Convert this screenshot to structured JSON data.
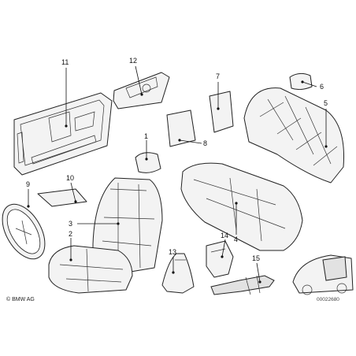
{
  "callouts": [
    {
      "id": "1",
      "label": "1"
    },
    {
      "id": "2",
      "label": "2"
    },
    {
      "id": "3",
      "label": "3"
    },
    {
      "id": "4",
      "label": "4"
    },
    {
      "id": "5",
      "label": "5"
    },
    {
      "id": "6",
      "label": "6"
    },
    {
      "id": "7",
      "label": "7"
    },
    {
      "id": "8",
      "label": "8"
    },
    {
      "id": "9",
      "label": "9"
    },
    {
      "id": "10",
      "label": "10"
    },
    {
      "id": "11",
      "label": "11"
    },
    {
      "id": "12",
      "label": "12"
    },
    {
      "id": "13",
      "label": "13"
    },
    {
      "id": "14",
      "label": "14"
    },
    {
      "id": "15",
      "label": "15"
    }
  ],
  "footer": {
    "copyright": "© BMW AG",
    "diagram_code": "00022680"
  }
}
